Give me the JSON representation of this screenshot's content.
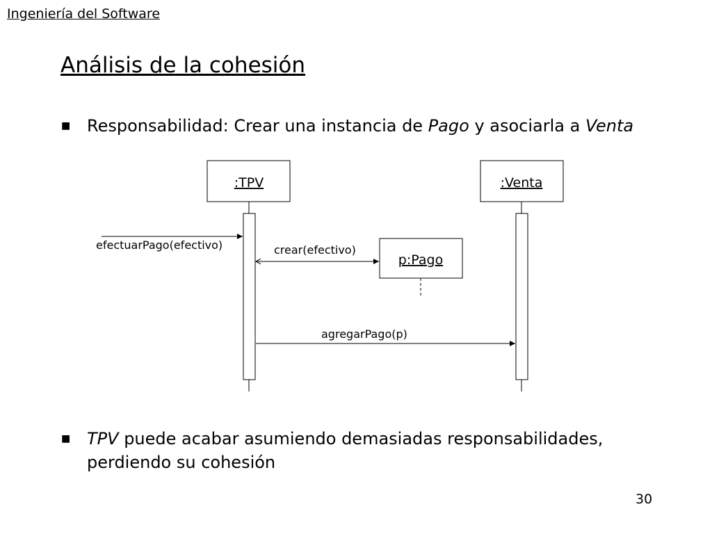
{
  "header": {
    "text": "Ingeniería del Software"
  },
  "title": "Análisis de la cohesión",
  "bullet1": {
    "part1": "Responsabilidad: Crear una instancia de ",
    "italic1": "Pago",
    "part2": " y asociarla a ",
    "italic2": "Venta"
  },
  "diagram": {
    "objects": [
      ":TPV",
      ":Venta",
      "p:Pago"
    ],
    "messages": [
      "efectuarPago(efectivo)",
      "crear(efectivo)",
      "agregarPago(p)"
    ]
  },
  "bullet2": {
    "italic": "TPV",
    "line1": " puede acabar asumiendo demasiadas responsabilidades,",
    "line2": "perdiendo su cohesión"
  },
  "page_number": "30"
}
